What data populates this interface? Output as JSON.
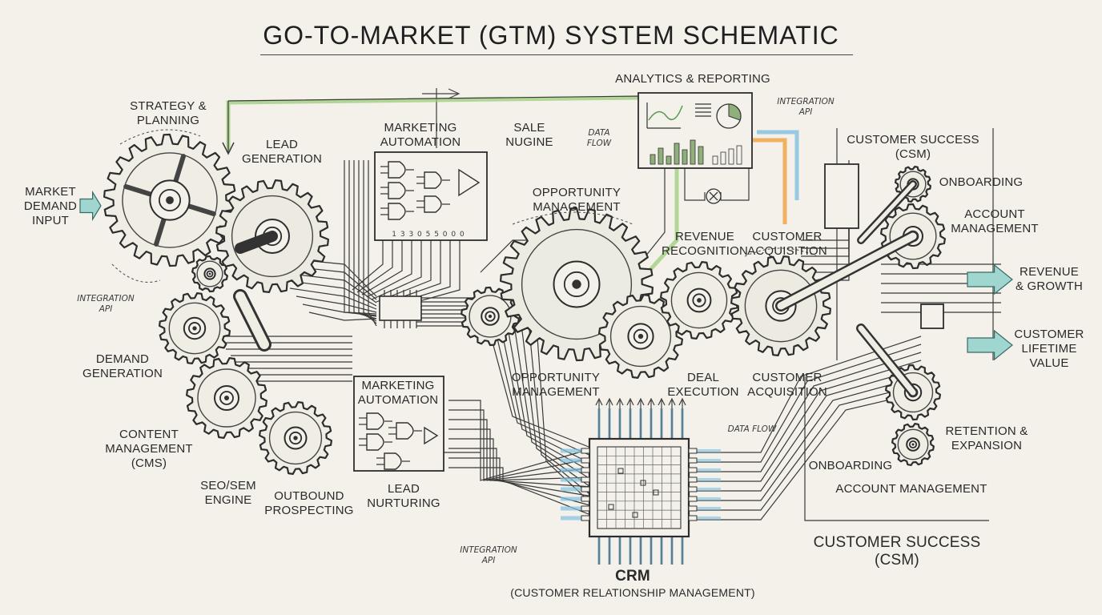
{
  "title": "GO-TO-MARKET (GTM) SYSTEM SCHEMATIC",
  "colors": {
    "paper": "#f3f1ea",
    "ink": "#2b2b2b",
    "green_flow": "#9ccc7a",
    "blue_flow": "#7fc0e0",
    "orange_flow": "#f0a040",
    "arrow_fill": "#9fd6cf"
  },
  "labels": {
    "strategy": "STRATEGY &\nPLANNING",
    "market_demand": "MARKET\nDEMAND\nINPUT",
    "lead_generation": "LEAD\nGENERATION",
    "marketing_automation_top": "MARKETING\nAUTOMATION",
    "sale_nugine": "SALE\nNUGINE",
    "data_flow_top": "DATA\nFLOW",
    "analytics": "ANALYTICS & REPORTING",
    "integration_api_top": "INTEGRATION\nAPI",
    "customer_success_top": "CUSTOMER SUCCESS\n(CSM)",
    "onboarding_right": "ONBOARDING",
    "account_management_right": "ACCOUNT\nMANAGEMENT",
    "opportunity_management_top": "OPPORTUNITY\nMANAGEMENT",
    "revenue_recognition": "REVENUE\nRECOGNITION",
    "customer_acquisition_top": "CUSTOMER\nACQUISITION",
    "revenue_growth": "REVENUE\n& GROWTH",
    "customer_lifetime_value": "CUSTOMER\nLIFETIME\nVALUE",
    "integration_api_left": "INTEGRATION\nAPI",
    "demand_generation": "DEMAND\nGENERATION",
    "marketing_automation_bottom": "MARKETING\nAUTOMATION",
    "opportunity_management_bottom": "OPPORTUNITY\nMANAGEMENT",
    "deal_execution": "DEAL\nEXECUTION",
    "customer_acquisition_bottom": "CUSTOMER\nACQUISITION",
    "content_management": "CONTENT\nMANAGEMENT\n(CMS)",
    "data_flow_bottom": "DATA FLOW",
    "retention_expansion": "RETENTION &\nEXPANSION",
    "onboarding_bottom": "ONBOARDING",
    "account_management_bottom": "ACCOUNT MANAGEMENT",
    "seo_sem": "SEO/SEM\nENGINE",
    "outbound_prospecting": "OUTBOUND\nPROSPECTING",
    "lead_nurturing": "LEAD\nNURTURING",
    "customer_success_bottom": "CUSTOMER SUCCESS\n(CSM)",
    "integration_api_bottom": "INTEGRATION\nAPI",
    "crm": "CRM",
    "crm_full": "(CUSTOMER RELATIONSHIP MANAGEMENT)",
    "chip_pins": "1 3 3 0 5 5 0 0 0"
  },
  "icons": [
    "gear-icon",
    "logic-gate-icon",
    "bar-chart-icon",
    "pie-chart-icon",
    "microchip-icon",
    "arrow-right-icon",
    "crank-arm-icon"
  ]
}
